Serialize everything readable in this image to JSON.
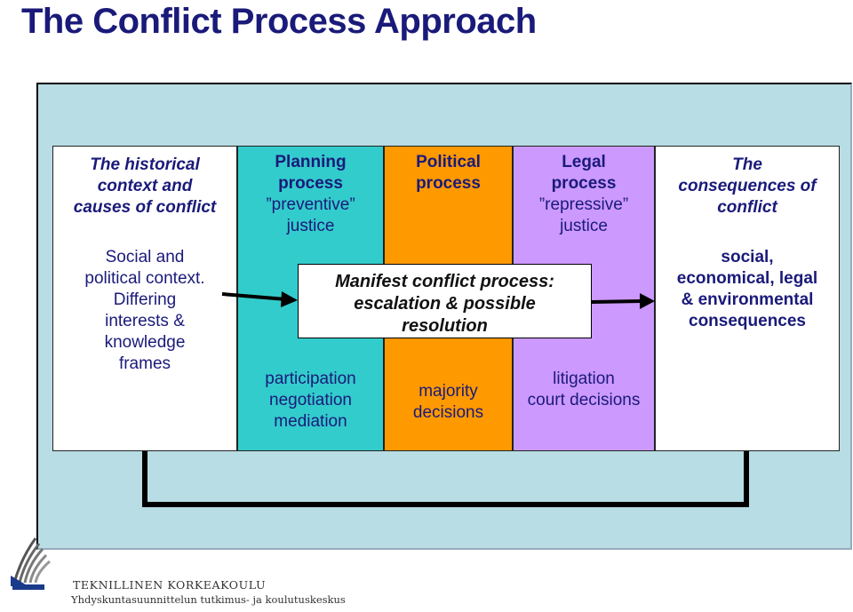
{
  "title": "The Conflict Process Approach",
  "historical": {
    "heading": "The historical\ncontext and\ncauses of conflict",
    "body": "Social and\npolitical context.\nDiffering\ninterests &\nknowledge\nframes"
  },
  "planning": {
    "heading": "Planning\nprocess",
    "sub": "”preventive”\njustice",
    "bottom": "participation\nnegotiation\nmediation"
  },
  "political": {
    "heading": "Political\nprocess",
    "bottom": "majority\ndecisions"
  },
  "legal": {
    "heading": "Legal\nprocess",
    "sub": "”repressive”\njustice",
    "bottom": "litigation\ncourt decisions"
  },
  "consequences": {
    "heading": "The\nconsequences of\nconflict",
    "body": "social,\neconomical, legal\n& environmental\nconsequences"
  },
  "manifest": "Manifest conflict process:\nescalation & possible\nresolution",
  "footer": {
    "org_name": "TEKNILLINEN KORKEAKOULU",
    "org_sub": "Yhdyskuntasuunnittelun tutkimus- ja koulutuskeskus"
  },
  "colors": {
    "title": "#1a1a7a",
    "panel": "#b8dde4",
    "planning": "#33cccc",
    "political": "#ff9900",
    "legal": "#cc99ff"
  }
}
